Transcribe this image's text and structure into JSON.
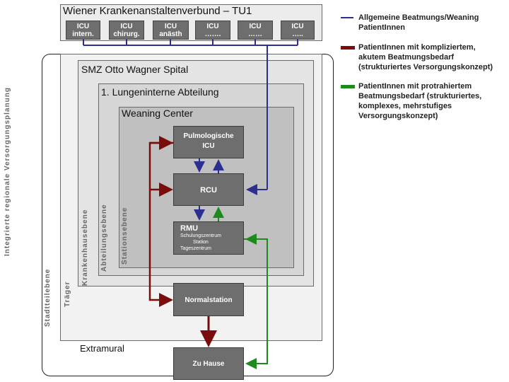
{
  "top_box": {
    "title": "Wiener Krankenanstaltenverbund – TU1",
    "icu_units": [
      {
        "line1": "ICU",
        "line2": "intern."
      },
      {
        "line1": "ICU",
        "line2": "chirurg."
      },
      {
        "line1": "ICU",
        "line2": "anästh"
      },
      {
        "line1": "ICU",
        "line2": "……."
      },
      {
        "line1": "ICU",
        "line2": "……"
      },
      {
        "line1": "ICU",
        "line2": "….."
      }
    ]
  },
  "nested_boxes": {
    "smz": "SMZ Otto Wagner Spital",
    "department": "1. Lungeninterne Abteilung",
    "weaning_center": "Weaning Center",
    "extramural": "Extramural"
  },
  "nodes": {
    "pulmo_line1": "Pulmologische",
    "pulmo_line2": "ICU",
    "rcu": "RCU",
    "rmu": "RMU",
    "rmu_sub1": "Schulungszentrum",
    "rmu_sub2": "Station",
    "rmu_sub3": "Tageszentrum",
    "normalstation": "Normalstation",
    "zuhause": "Zu Hause"
  },
  "vertical_labels": {
    "regional": "Integrierte regionale Versorgungsplanung",
    "stadtteil": "Stadtteilebene",
    "traeger": "Träger",
    "krankenhaus": "Krankenhausebene",
    "abteilung": "Abteilungsebene",
    "station": "Stationsebene"
  },
  "legend": [
    {
      "color": "#2b2f8f",
      "line1": "Allgemeine Beatmungs/Weaning",
      "line2": "PatientInnen",
      "line3": ""
    },
    {
      "color": "#7a0c0c",
      "line1": "PatientInnen mit kompliziertem,",
      "line2": "akutem Beatmungsbedarf",
      "line3": "(strukturiertes Versorgungskonzept)"
    },
    {
      "color": "#1d8a1d",
      "line1": "PatientInnen mit protrahiertem",
      "line2": "Beatmungsbedarf (strukturiertes,",
      "line3": "komplexes, mehrstufiges",
      "line4": "Versorgungskonzept)"
    }
  ],
  "colors": {
    "blue": "#2b2f8f",
    "red": "#7a0c0c",
    "green": "#1d8a1d",
    "node": "#6e6e6e"
  }
}
